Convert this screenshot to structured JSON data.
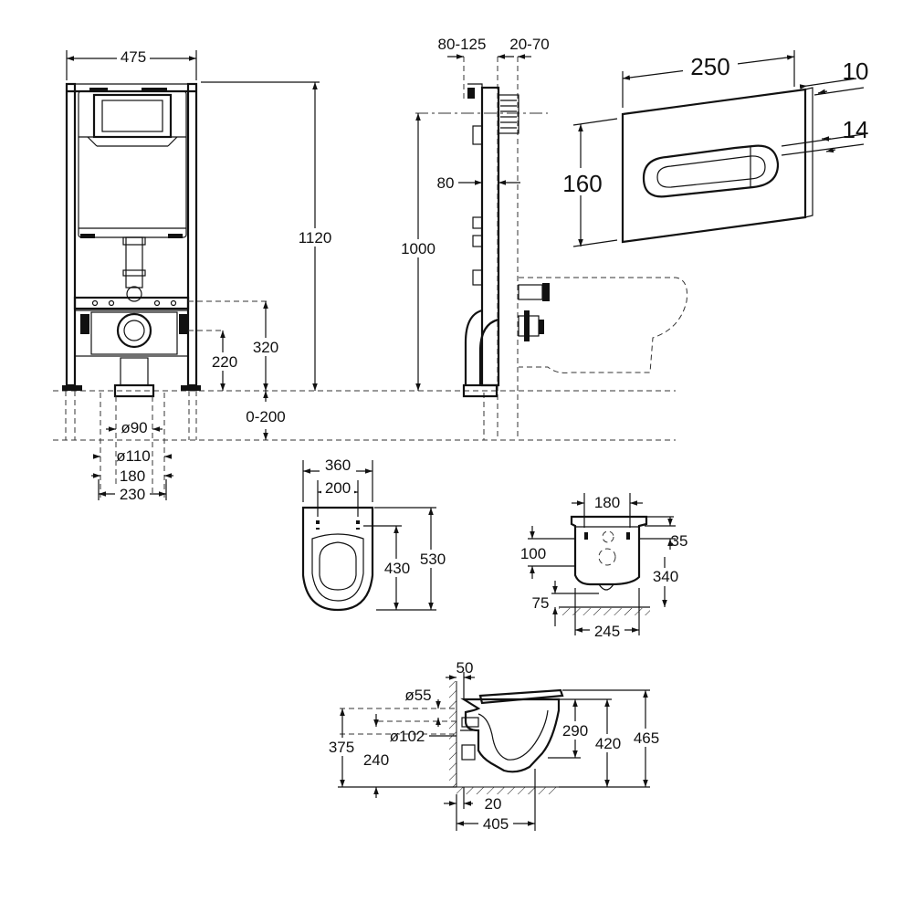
{
  "front_view": {
    "width_475": "475",
    "height_1120": "1120",
    "h_320": "320",
    "h_220": "220",
    "h_0_200": "0-200",
    "dia_90": "ø90",
    "dia_110": "ø110",
    "w_180": "180",
    "w_230": "230"
  },
  "side_view": {
    "depth_80_125": "80-125",
    "depth_20_70": "20-70",
    "d_80": "80",
    "h_1000": "1000"
  },
  "flush_plate": {
    "w_250": "250",
    "h_160": "160",
    "t_10": "10",
    "t_14": "14"
  },
  "bowl_top": {
    "w_360": "360",
    "w_200": "200",
    "l_430": "430",
    "l_530": "530"
  },
  "bowl_rear": {
    "w_180": "180",
    "h_35": "35",
    "h_100": "100",
    "h_340": "340",
    "h_75": "75",
    "w_245": "245"
  },
  "bowl_side": {
    "d_50": "50",
    "dia_55": "ø55",
    "dia_102": "ø102",
    "h_375": "375",
    "h_240": "240",
    "h_290": "290",
    "h_420": "420",
    "h_465": "465",
    "d_20": "20",
    "d_405": "405"
  }
}
